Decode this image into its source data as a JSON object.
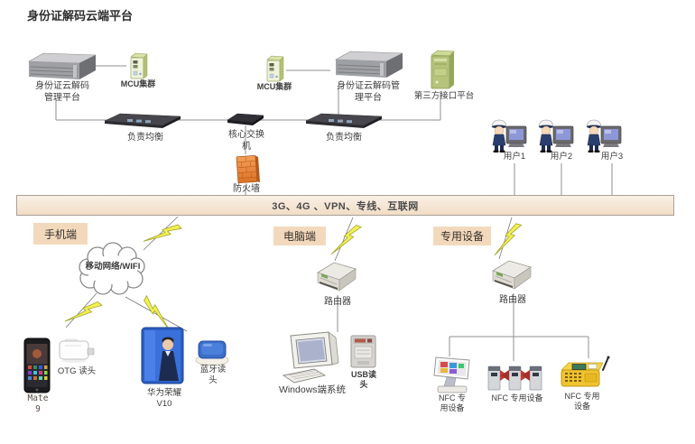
{
  "title": "身份证解码云端平台",
  "platform": {
    "server_left_label": "身份证云解码\n管理平台",
    "mcu_left_label": "MCU集群",
    "mcu_right_label": "MCU集群",
    "server_right_label": "身份证云解码管\n理平台",
    "third_party_label": "第三方接口平台",
    "lb_left_label": "负责均衡",
    "switch_label": "核心交换\n机",
    "lb_right_label": "负责均衡",
    "firewall_label": "防火墙",
    "users": [
      {
        "label": "用户1"
      },
      {
        "label": "用户2"
      },
      {
        "label": "用户3"
      }
    ]
  },
  "band_label": "3G、4G 、VPN、专线、互联网",
  "mobile_section": {
    "tag": "手机端",
    "cloud_label": "移动网络/WIFI",
    "phone1_label": "Mate\n9",
    "otg_label": "OTG 读头",
    "phone2_label": "华为荣耀\nV10",
    "bt_label": "蓝牙读\n头"
  },
  "pc_section": {
    "tag": "电脑端",
    "router_label": "路由器",
    "pc_label": "Windows端系统",
    "usb_label": "USB读\n头"
  },
  "dedicated_section": {
    "tag": "专用设备",
    "router_label": "路由器",
    "nfc1_label": "NFC 专\n用设备",
    "nfc2_label": "NFC 专用设备",
    "nfc3_label": "NFC 专用\n设备"
  },
  "colors": {
    "band_fill": "#f1ddc6",
    "section_tag_bg": "#f3d9bc",
    "lightning": "#f2f052",
    "firewall": "#ea8a3e",
    "connector": "#8f8f8f"
  }
}
